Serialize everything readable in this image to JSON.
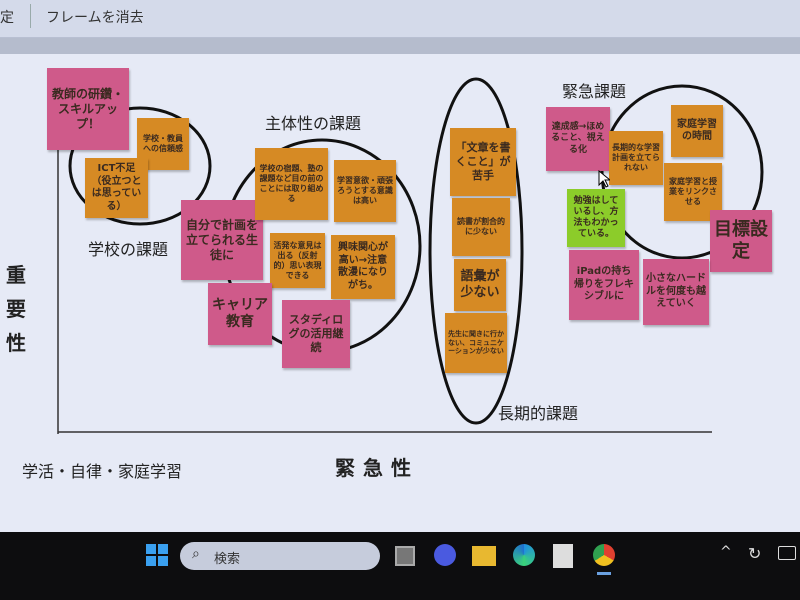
{
  "toolbar": {
    "left_fragment": "定",
    "clear_frame": "フレームを消去"
  },
  "labels": {
    "school": "学校の課題",
    "subjectivity": "主体性の課題",
    "urgent": "緊急課題",
    "longterm": "長期的課題",
    "importance": "重要性",
    "urgency": "緊急性",
    "bottom_left": "学活・自律・家庭学習"
  },
  "notes": [
    "教師の研鑽・スキルアップ！",
    "学校・教員への信頼感",
    "ICT不足（役立つとは思っている）",
    "自分で計画を立てられる生徒に",
    "学校の宿題、塾の課題など目の前のことには取り組める",
    "学習意欲・頑張ろうとする意識は高い",
    "活発な意見は出る（反射的）思い表現できる",
    "興味関心が高い→注意散漫になりがち。",
    "キャリア教育",
    "スタディログの活用継続",
    "「文章を書くこと」が苦手",
    "読書が割合的に少ない",
    "語彙が少ない",
    "先生に聞きに行かない、コミュニケーションが少ない",
    "達成感→ほめること、視える化",
    "長期的な学習計画を立てられない",
    "家庭学習の時間",
    "家庭学習と授業をリンクさせる",
    "勉強はしているし、方法もわかっている。",
    "目標設定",
    "iPadの持ち帰りをフレキシブルに",
    "小さなハードルを何度も越えていく"
  ],
  "taskbar": {
    "search_placeholder": "検索"
  }
}
